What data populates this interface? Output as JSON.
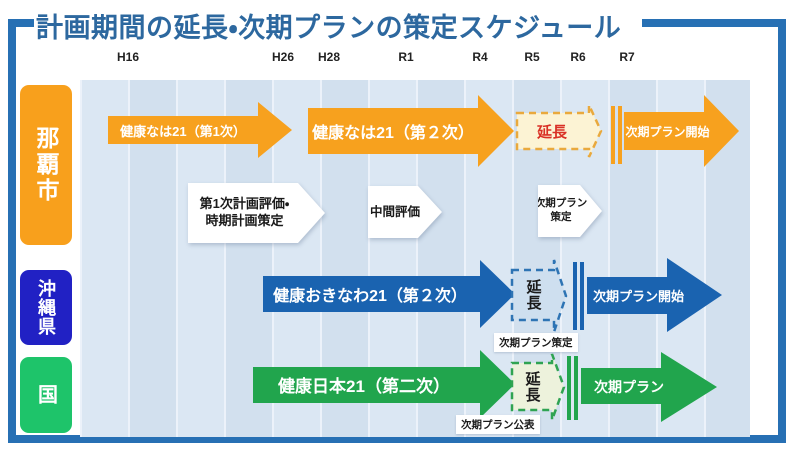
{
  "title": "計画期間の延長・次期プランの策定スケジュール",
  "timeline": {
    "years": [
      {
        "label": "H16"
      },
      {
        "label": "H26"
      },
      {
        "label": "H28"
      },
      {
        "label": "R1"
      },
      {
        "label": "R4"
      },
      {
        "label": "R5"
      },
      {
        "label": "R6"
      },
      {
        "label": "R7"
      }
    ]
  },
  "rows": {
    "naha": {
      "label": "那覇市",
      "plan1": "健康なは21（第1次）",
      "plan2": "健康なは21（第２次）",
      "extension": "延長",
      "next_plan": "次期プラン開始",
      "eval_lines": [
        "第1次計画評価・",
        "時期計画策定"
      ],
      "mid_eval": "中間評価",
      "next_plan_making_lines": [
        "次期プラン",
        "策定"
      ]
    },
    "okinawa": {
      "label": "沖縄県",
      "plan": "健康おきなわ21（第２次）",
      "extension": "延長",
      "next_plan": "次期プラン開始",
      "note": "次期プラン策定"
    },
    "japan": {
      "label": "国",
      "plan": "健康日本21（第二次）",
      "extension": "延長",
      "next_plan": "次期プラン",
      "note": "次期プラン公表"
    }
  },
  "colors": {
    "frame_blue": "#2770B4",
    "title_text": "#2D689F",
    "naha_pill": "#F8A01C",
    "naha_arrow": "#F7A11E",
    "okinawa_pill": "#2121C4",
    "okinawa_arrow": "#1A63B0",
    "japan_pill": "#1EC46A",
    "japan_arrow": "#21A54D",
    "extension_text_red": "#D93025",
    "chart_stripe": "#DBE7F3",
    "dashed_orange_fill": "#FCF3D4",
    "dashed_blue_fill": "#CEDFEF",
    "dashed_green_fill": "#EDF2DC"
  }
}
